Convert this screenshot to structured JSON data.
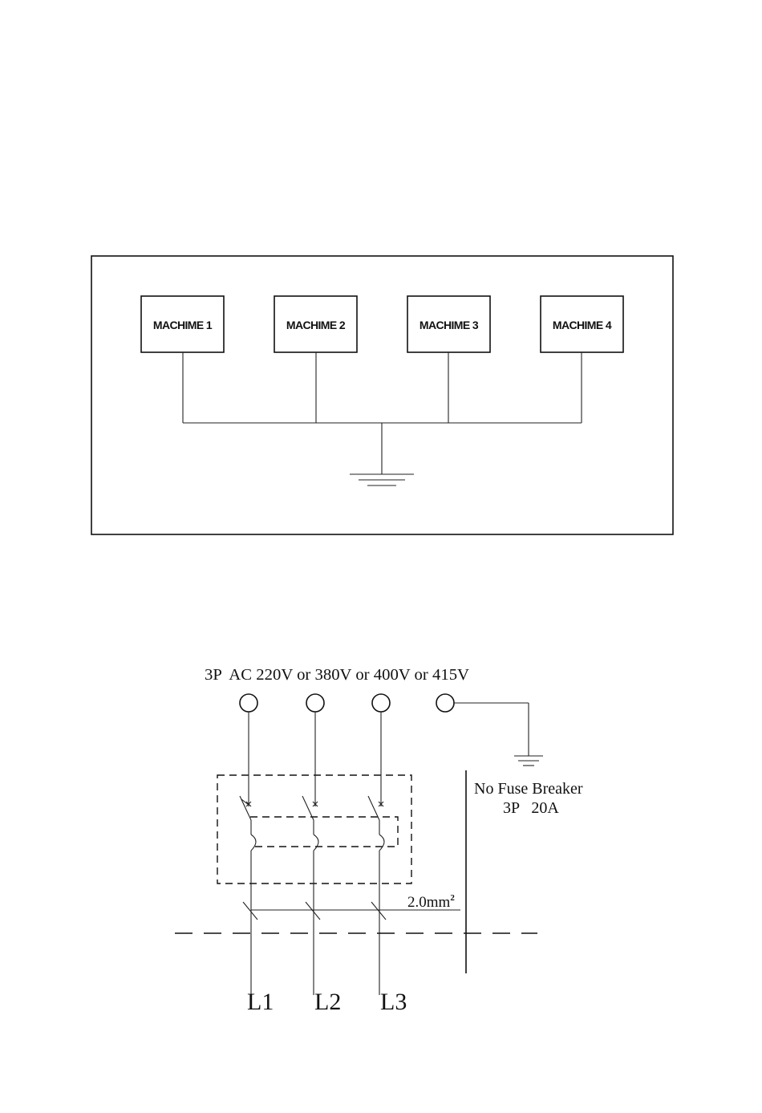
{
  "grounding_diagram": {
    "machines": [
      {
        "label": "MACHIME 1"
      },
      {
        "label": "MACHIME 2"
      },
      {
        "label": "MACHIME 3"
      },
      {
        "label": "MACHIME 4"
      }
    ]
  },
  "wiring_diagram": {
    "supply_label": "3P  AC 220V or 380V or 400V or 415V",
    "breaker_title": "No Fuse Breaker",
    "breaker_rating": "3P   20A",
    "wire_size": "2.0mm",
    "wire_size_sup": "2",
    "phases": [
      {
        "label": "L1"
      },
      {
        "label": "L2"
      },
      {
        "label": "L3"
      }
    ]
  }
}
